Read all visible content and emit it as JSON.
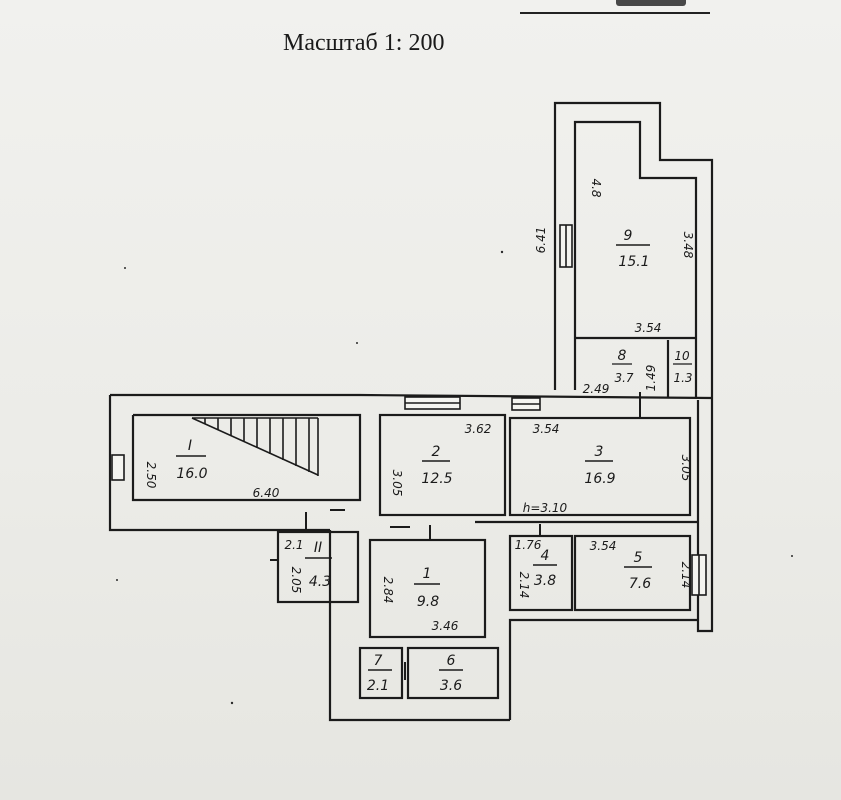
{
  "header": {
    "scale_label": "Масштаб 1: 200"
  },
  "rooms": [
    {
      "number": "9",
      "area": "15.1"
    },
    {
      "number": "8",
      "area": "3.7"
    },
    {
      "number": "10",
      "area": "1.3"
    },
    {
      "number": "I",
      "area": "16.0"
    },
    {
      "number": "2",
      "area": "12.5"
    },
    {
      "number": "3",
      "area": "16.9"
    },
    {
      "number": "II",
      "area": "4.3"
    },
    {
      "number": "1",
      "area": "9.8"
    },
    {
      "number": "4",
      "area": "3.8"
    },
    {
      "number": "5",
      "area": "7.6"
    },
    {
      "number": "7",
      "area": "2.1"
    },
    {
      "number": "6",
      "area": "3.6"
    }
  ],
  "dimensions": [
    "6.41",
    "4.8",
    "3.48",
    "3.54",
    "2.49",
    "1.49",
    "3.62",
    "3.54",
    "2.50",
    "6.40",
    "3.05",
    "3.05",
    "h=3.10",
    "2.1",
    "2.05",
    "2.84",
    "1.76",
    "2.14",
    "3.54",
    "2.14",
    "3.46"
  ]
}
